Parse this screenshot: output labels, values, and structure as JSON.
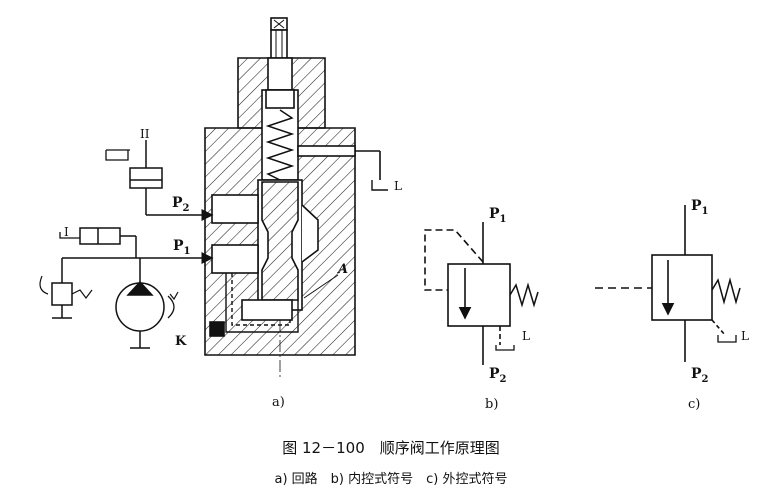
{
  "labels": {
    "sub_a": "a)",
    "sub_b": "b)",
    "sub_c": "c)",
    "p1": "P",
    "p1_sub": "1",
    "p2": "P",
    "p2_sub": "2",
    "L": "L",
    "A": "A",
    "K": "K",
    "I": "I",
    "II": "II"
  },
  "caption": {
    "title": "图 12－100　顺序阀工作原理图",
    "subtitle": "a) 回路　b) 内控式符号　c) 外控式符号"
  }
}
